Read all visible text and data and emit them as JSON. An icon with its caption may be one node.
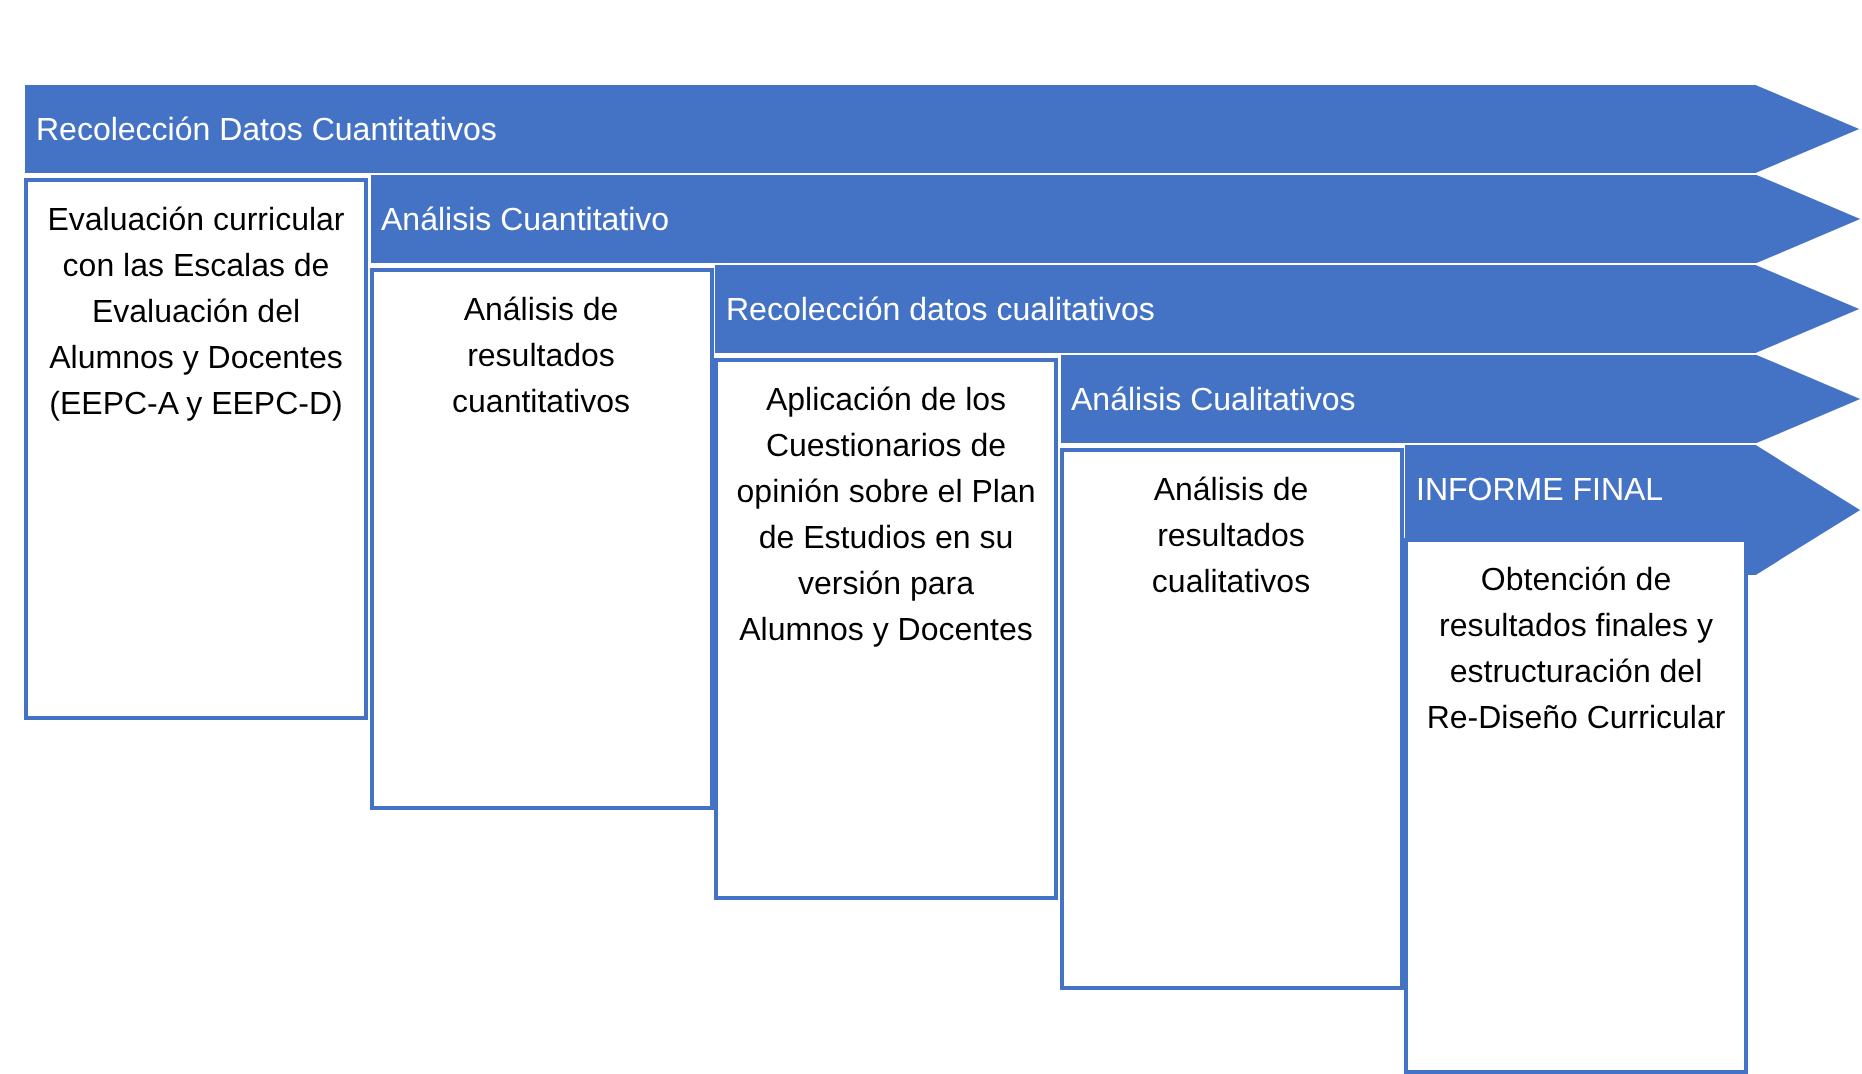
{
  "diagram": {
    "nodes": [
      {
        "text": [
          "Recolección Datos Cuantitativos"
        ]
      },
      {
        "text": [
          "Evaluación curricular con las Escalas de Evaluación del Alumnos y Docentes (EEPC-A y EEPC-D)"
        ]
      },
      {
        "text": [
          "Análisis Cuantitativo"
        ]
      },
      {
        "text": [
          "Análisis de resultados cuantitativos"
        ]
      },
      {
        "text": [
          "Recolección datos cualitativos"
        ]
      },
      {
        "text": [
          "Aplicación de los Cuestionarios de opinión sobre el Plan de Estudios en su versión para Alumnos y Docentes"
        ]
      },
      {
        "text": [
          "Análisis Cualitativos"
        ]
      },
      {
        "text": [
          "Análisis de resultados cualitativos"
        ]
      },
      {
        "text": [
          "INFORME FINAL"
        ]
      },
      {
        "text": [
          "Obtención de resultados finales y estructuración del Re-Diseño Curricular"
        ]
      }
    ],
    "edges": []
  }
}
